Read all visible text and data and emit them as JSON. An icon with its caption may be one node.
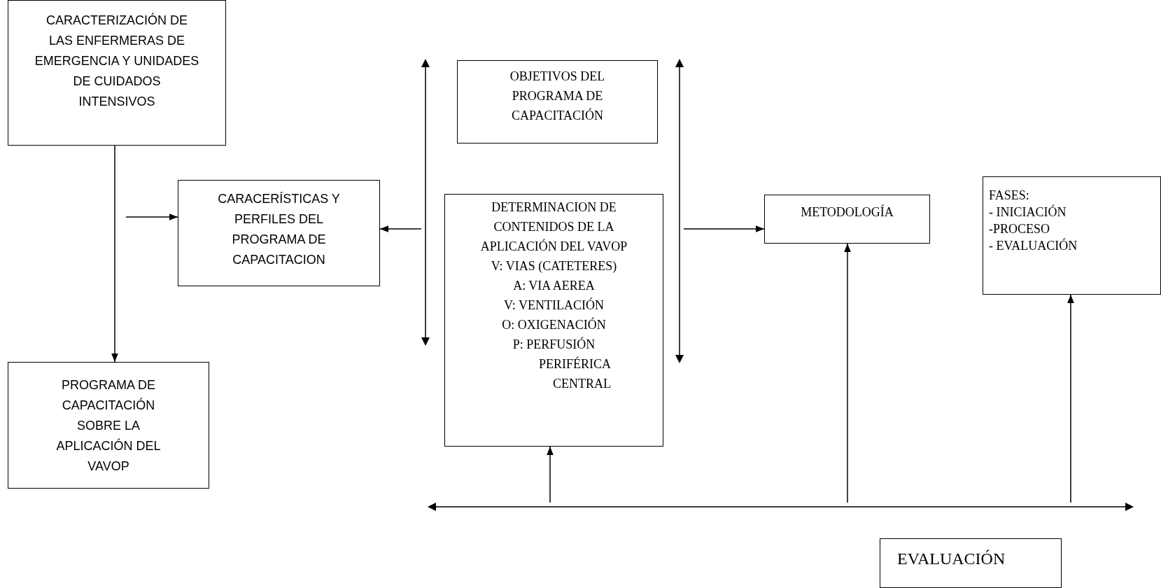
{
  "diagram": {
    "nodes": [
      {
        "text": [
          "CARACTERIZACIÓN DE LAS ENFERMERAS DE EMERGENCIA Y UNIDADES DE CUIDADOS INTENSIVOS"
        ]
      },
      {
        "text": [
          "CARACERÍSTICAS Y PERFILES DEL PROGRAMA DE CAPACITACION"
        ]
      },
      {
        "text": [
          "PROGRAMA DE CAPACITACIÓN SOBRE LA APLICACIÓN DEL VAVOP"
        ]
      },
      {
        "text": [
          "OBJETIVOS DEL PROGRAMA DE CAPACITACIÓN"
        ]
      },
      {
        "text": [
          "DETERMINACION DE CONTENIDOS DE LA APLICACIÓN DEL VAVOP",
          "V: VIAS (CATETERES)",
          "A: VIA AEREA",
          "V: VENTILACIÓN",
          "O: OXIGENACIÓN",
          "P: PERFUSIÓN",
          "PERIFÉRICA",
          "CENTRAL"
        ]
      },
      {
        "text": [
          "METODOLOGÍA"
        ]
      },
      {
        "text": [
          "FASES:",
          "- INICIACIÓN",
          "-PROCESO",
          "- EVALUACIÓN"
        ]
      },
      {
        "text": [
          "EVALUACIÓN"
        ]
      },
      {
        "text": [],
        "shape": "bar"
      },
      {
        "text": [],
        "shape": "bar"
      },
      {
        "text": [],
        "shape": "bar"
      }
    ],
    "edges": [
      {
        "from": 0,
        "to": 2,
        "arrow": "to"
      },
      {
        "from": null,
        "to": 1,
        "arrow": "to"
      },
      {
        "from": 8,
        "to": 1,
        "arrow": "to"
      },
      {
        "from": 9,
        "to": 5,
        "arrow": "to"
      },
      {
        "from": 10,
        "to": 4,
        "arrow": "to"
      },
      {
        "from": 10,
        "to": 5,
        "arrow": "to"
      },
      {
        "from": 10,
        "to": 6,
        "arrow": "to"
      }
    ]
  }
}
